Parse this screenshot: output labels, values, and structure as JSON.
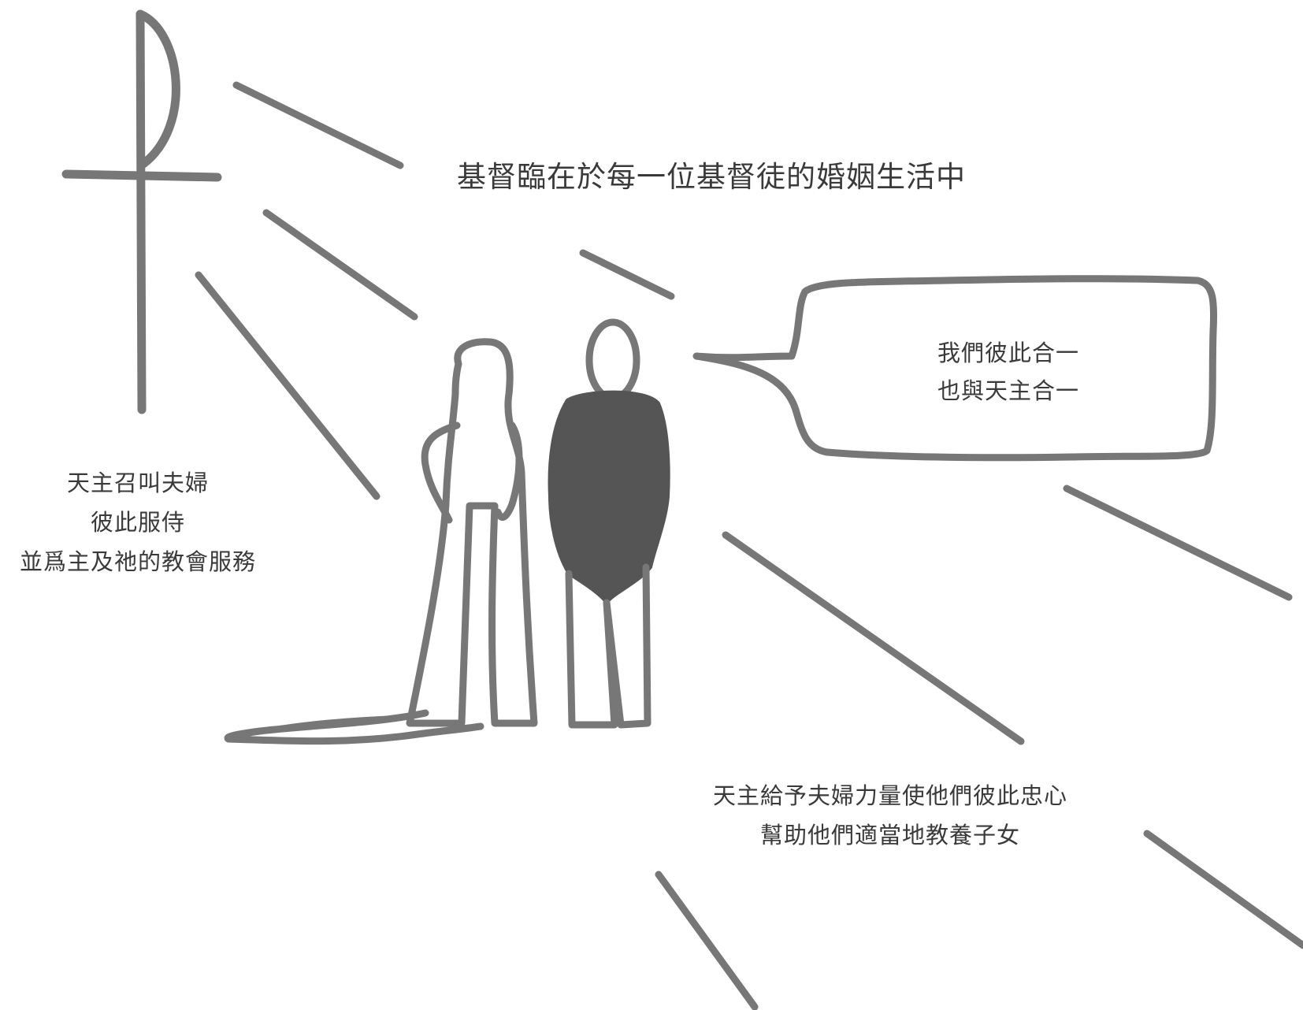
{
  "title": "基督臨在於每一位基督徒的婚姻生活中",
  "speech_bubble": {
    "lines": [
      "我們彼此合一",
      "也與天主合一"
    ]
  },
  "left_caption": {
    "lines": [
      "天主召叫夫婦",
      "彼此服侍",
      "並爲主及祂的教會服務"
    ]
  },
  "bottom_caption": {
    "lines": [
      "天主給予夫婦力量使他們彼此忠心",
      "幫助他們適當地教養子女"
    ]
  },
  "colors": {
    "stroke": "#777777",
    "figure_fill": "#555555",
    "text": "#3a3a3a",
    "background": "#ffffff"
  }
}
